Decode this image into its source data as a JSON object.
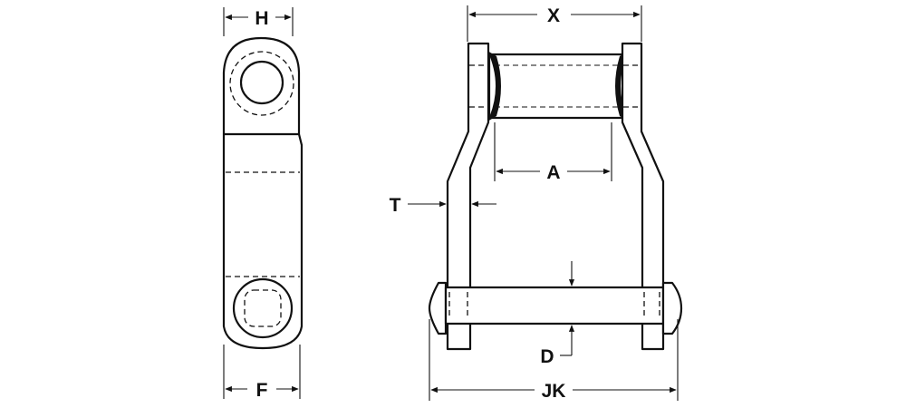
{
  "diagram": {
    "labels": {
      "h": "H",
      "f": "F",
      "x": "X",
      "a": "A",
      "t": "T",
      "d": "D",
      "jk": "JK"
    },
    "colors": {
      "line": "#111111",
      "background": "#ffffff"
    }
  }
}
